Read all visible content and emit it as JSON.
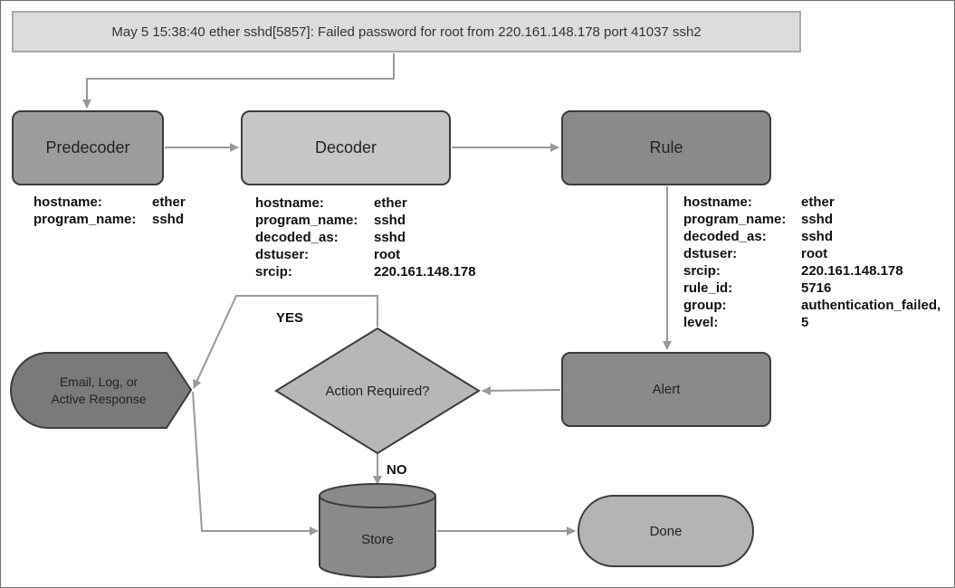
{
  "log_line": "May 5 15:38:40 ether sshd[5857]: Failed password for root from 220.161.148.178 port 41037 ssh2",
  "nodes": {
    "predecoder": "Predecoder",
    "decoder": "Decoder",
    "rule": "Rule",
    "alert": "Alert",
    "action": "Action Required?",
    "response_line1": "Email, Log, or",
    "response_line2": "Active Response",
    "store": "Store",
    "done": "Done"
  },
  "branches": {
    "yes": "YES",
    "no": "NO"
  },
  "predecoder_fields": [
    {
      "key": "hostname:",
      "value": "ether"
    },
    {
      "key": "program_name:",
      "value": "sshd"
    }
  ],
  "decoder_fields": [
    {
      "key": "hostname:",
      "value": "ether"
    },
    {
      "key": "program_name:",
      "value": "sshd"
    },
    {
      "key": "decoded_as:",
      "value": "sshd"
    },
    {
      "key": "dstuser:",
      "value": "root"
    },
    {
      "key": "srcip:",
      "value": "220.161.148.178"
    }
  ],
  "rule_fields": [
    {
      "key": "hostname:",
      "value": "ether"
    },
    {
      "key": "program_name:",
      "value": "sshd"
    },
    {
      "key": "decoded_as:",
      "value": "sshd"
    },
    {
      "key": "dstuser:",
      "value": "root"
    },
    {
      "key": "srcip:",
      "value": "220.161.148.178"
    },
    {
      "key": "rule_id:",
      "value": "5716"
    },
    {
      "key": "group:",
      "value": "authentication_failed,"
    },
    {
      "key": "level:",
      "value": "5"
    }
  ],
  "colors": {
    "wire": "#9a9a9a",
    "node_dark": "#8a8a8a",
    "node_mid": "#9c9c9c",
    "node_light": "#c6c6c6",
    "outline": "#3c3c3c"
  }
}
